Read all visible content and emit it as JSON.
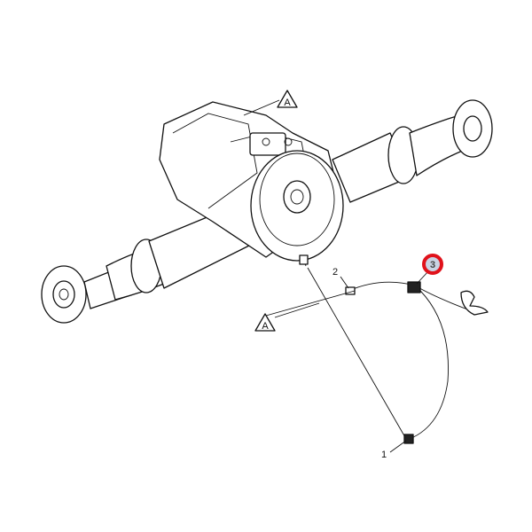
{
  "diagram": {
    "callouts": {
      "ref_a_top": "A",
      "ref_a_bottom": "A",
      "item_1": "1",
      "item_2": "2",
      "item_3": "3"
    },
    "colors": {
      "highlight_ring": "#e0121b",
      "highlight_fill": "#c9d3e3",
      "line": "#111111"
    }
  }
}
